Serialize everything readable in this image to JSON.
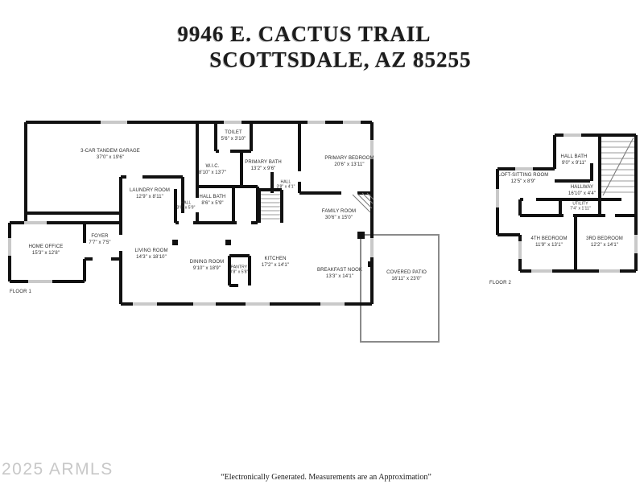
{
  "title": {
    "line1": "9946 E. CACTUS TRAIL",
    "line2": "SCOTTSDALE, AZ 85255"
  },
  "floor1": {
    "label": "FLOOR 1"
  },
  "floor2": {
    "label": "FLOOR 2"
  },
  "rooms": {
    "garage": {
      "name": "3-CAR TANDEM GARAGE",
      "dims": "37'0\" x 19'6\""
    },
    "toilet": {
      "name": "TOILET",
      "dims": "5'6\" x 3'10\""
    },
    "wic": {
      "name": "W.I.C.",
      "dims": "8'10\" x 13'7\""
    },
    "primary_bath": {
      "name": "PRIMARY BATH",
      "dims": "13'2\" x 9'6\""
    },
    "primary_bedroom": {
      "name": "PRIMARY BEDROOM",
      "dims": "20'6\" x 13'11\""
    },
    "hall_upper": {
      "name": "HALL",
      "dims": "3'8\" x 4'1\""
    },
    "laundry": {
      "name": "LAUNDRY ROOM",
      "dims": "12'9\" x 8'11\""
    },
    "hall_lower": {
      "name": "HALL",
      "dims": "3'6\" x 5'9\""
    },
    "hall_bath1": {
      "name": "HALL BATH",
      "dims": "8'6\" x 5'9\""
    },
    "family": {
      "name": "FAMILY ROOM",
      "dims": "30'6\" x 15'0\""
    },
    "home_office": {
      "name": "HOME OFFICE",
      "dims": "15'3\" x 12'8\""
    },
    "foyer": {
      "name": "FOYER",
      "dims": "7'7\" x 7'5\""
    },
    "living": {
      "name": "LIVING ROOM",
      "dims": "14'3\" x 18'10\""
    },
    "dining": {
      "name": "DINING ROOM",
      "dims": "9'10\" x 18'9\""
    },
    "pantry": {
      "name": "PANTRY",
      "dims": "3'8\" x 5'8\""
    },
    "kitchen": {
      "name": "KITCHEN",
      "dims": "17'2\" x 14'1\""
    },
    "breakfast_nook": {
      "name": "BREAKFAST NOOK",
      "dims": "13'3\" x 14'1\""
    },
    "covered_patio": {
      "name": "COVERED PATIO",
      "dims": "16'11\" x 23'0\""
    },
    "hall_bath2": {
      "name": "HALL BATH",
      "dims": "9'0\" x 9'11\""
    },
    "loft": {
      "name": "LOFT-SITTING ROOM",
      "dims": "12'5\" x 8'9\""
    },
    "hallway": {
      "name": "HALLWAY",
      "dims": "16'10\" x 4'4\""
    },
    "utility": {
      "name": "UTILITY",
      "dims": "7'4\" x 1'11\""
    },
    "bed4": {
      "name": "4TH BEDROOM",
      "dims": "11'9\" x 13'1\""
    },
    "bed3": {
      "name": "3RD BEDROOM",
      "dims": "12'2\" x 14'1\""
    }
  },
  "footer": {
    "watermark": "2025 ARMLS",
    "disclaimer": "“Electronically Generated.  Measurements are an Approximation”"
  },
  "colors": {
    "wall": "#111111",
    "window": "#c9c9c9",
    "patio_wall": "#8a8a8a",
    "stair_tread": "#999999",
    "watermark": "#c8c8c8"
  }
}
